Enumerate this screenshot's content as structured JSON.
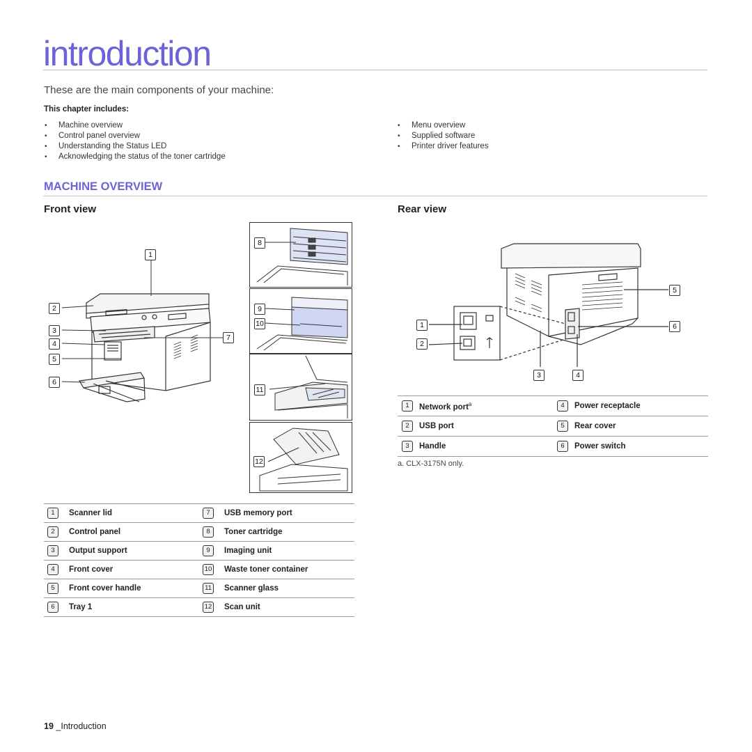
{
  "page": {
    "title": "introduction",
    "subtitle": "These are the main components of your machine:",
    "chapter_includes_label": "This chapter includes:",
    "toc_left": [
      "Machine overview",
      "Control panel overview",
      "Understanding the Status LED",
      "Acknowledging the status of the toner cartridge"
    ],
    "toc_right": [
      "Menu overview",
      "Supplied software",
      "Printer driver features"
    ],
    "section_title": "MACHINE OVERVIEW",
    "front_view_title": "Front view",
    "rear_view_title": "Rear view",
    "accent_color": "#6b63d6"
  },
  "front_callouts": [
    "1",
    "2",
    "3",
    "4",
    "5",
    "6",
    "7",
    "8",
    "9",
    "10",
    "11",
    "12"
  ],
  "rear_callouts": [
    "1",
    "2",
    "3",
    "4",
    "5",
    "6"
  ],
  "front_table": [
    {
      "n1": "1",
      "l1": "Scanner lid",
      "n2": "7",
      "l2": "USB memory port"
    },
    {
      "n1": "2",
      "l1": "Control panel",
      "n2": "8",
      "l2": "Toner cartridge"
    },
    {
      "n1": "3",
      "l1": "Output support",
      "n2": "9",
      "l2": "Imaging unit"
    },
    {
      "n1": "4",
      "l1": "Front cover",
      "n2": "10",
      "l2": "Waste toner container"
    },
    {
      "n1": "5",
      "l1": "Front cover handle",
      "n2": "11",
      "l2": "Scanner glass"
    },
    {
      "n1": "6",
      "l1": "Tray 1",
      "n2": "12",
      "l2": "Scan unit"
    }
  ],
  "rear_table": [
    {
      "n1": "1",
      "l1": "Network port",
      "sup": "a",
      "n2": "4",
      "l2": "Power receptacle"
    },
    {
      "n1": "2",
      "l1": "USB port",
      "sup": "",
      "n2": "5",
      "l2": "Rear cover"
    },
    {
      "n1": "3",
      "l1": "Handle",
      "sup": "",
      "n2": "6",
      "l2": "Power switch"
    }
  ],
  "footnote": "a. CLX-3175N only.",
  "footer": {
    "page_number": "19",
    "section": "_Introduction"
  }
}
